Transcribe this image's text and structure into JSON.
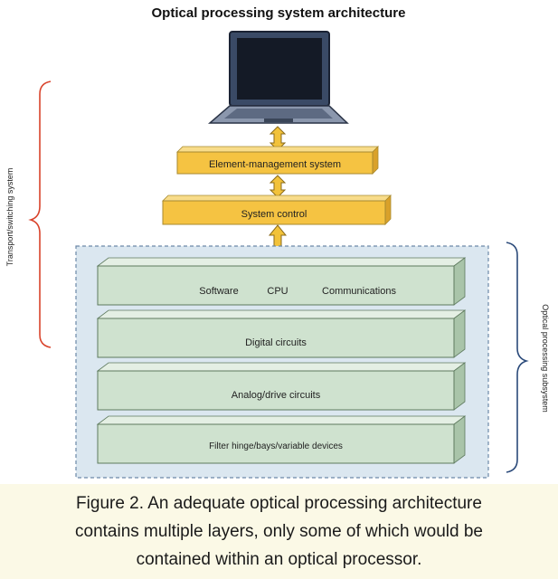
{
  "title": "Optical processing system architecture",
  "side_labels": {
    "left": "Transport/switching system",
    "right": "Optical processing subsystem"
  },
  "layers": {
    "element_management": "Element-management system",
    "system_control": "System control",
    "software": "Software",
    "cpu": "CPU",
    "communications": "Communications",
    "digital_circuits": "Digital circuits",
    "analog_drive": "Analog/drive circuits",
    "filter_devices": "Filter hinge/bays/variable devices"
  },
  "caption": {
    "line1": "Figure 2. An adequate optical processing architecture",
    "line2": "contains multiple layers, only some of which would be",
    "line3": "contained within an optical processor."
  },
  "colors": {
    "orange_box": "#f5c342",
    "green_slab": "#cfe2cf",
    "dashed_region": "#dbe7f0",
    "left_bracket": "#d9432b",
    "right_bracket": "#2b4a7a",
    "arrow": "#f2c23a"
  },
  "icons": {
    "computer": "laptop-icon"
  }
}
